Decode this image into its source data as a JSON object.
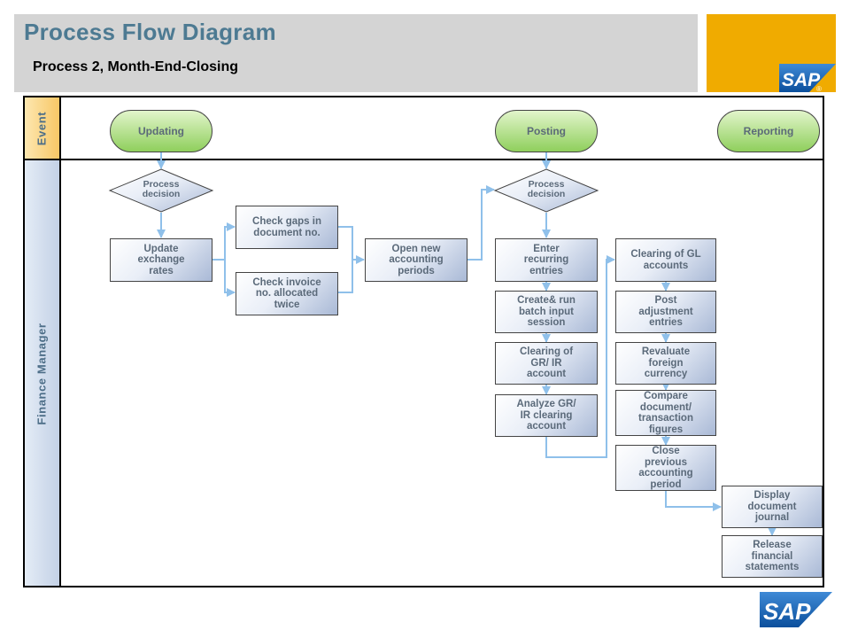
{
  "header": {
    "title": "Process Flow Diagram",
    "subtitle": "Process 2, Month-End-Closing"
  },
  "brand": {
    "logo_text": "SAP",
    "registered": "®",
    "colors": {
      "accent": "#f0ab00",
      "logo_blue": "#1a5fb4",
      "title": "#4d7a92",
      "header_band": "#d4d4d4",
      "connector": "#8fc0ea"
    }
  },
  "lanes": {
    "event": "Event",
    "finance_manager": "Finance Manager"
  },
  "events": {
    "updating": "Updating",
    "posting": "Posting",
    "reporting": "Reporting"
  },
  "decisions": {
    "decision_1": "Process\ndecision",
    "decision_2": "Process\ndecision"
  },
  "steps": {
    "update_exchange_rates": "Update\nexchange\nrates",
    "check_gaps": "Check gaps in\ndocument no.",
    "check_invoice": "Check invoice\nno. allocated\ntwice",
    "open_periods": "Open new\naccounting\nperiods",
    "enter_recurring": "Enter\nrecurring\nentries",
    "create_batch": "Create& run\nbatch input\nsession",
    "clearing_grir": "Clearing of\nGR/ IR\naccount",
    "analyze_grir": "Analyze GR/\nIR clearing\naccount",
    "clearing_gl": "Clearing of GL\naccounts",
    "post_adjustment": "Post\nadjustment\nentries",
    "revaluate_fx": "Revaluate\nforeign\ncurrency",
    "compare_docs": "Compare\ndocument/\ntransaction\nfigures",
    "close_period": "Close\nprevious\naccounting\nperiod",
    "display_journal": "Display\ndocument\njournal",
    "release_statements": "Release\nfinancial\nstatements"
  }
}
